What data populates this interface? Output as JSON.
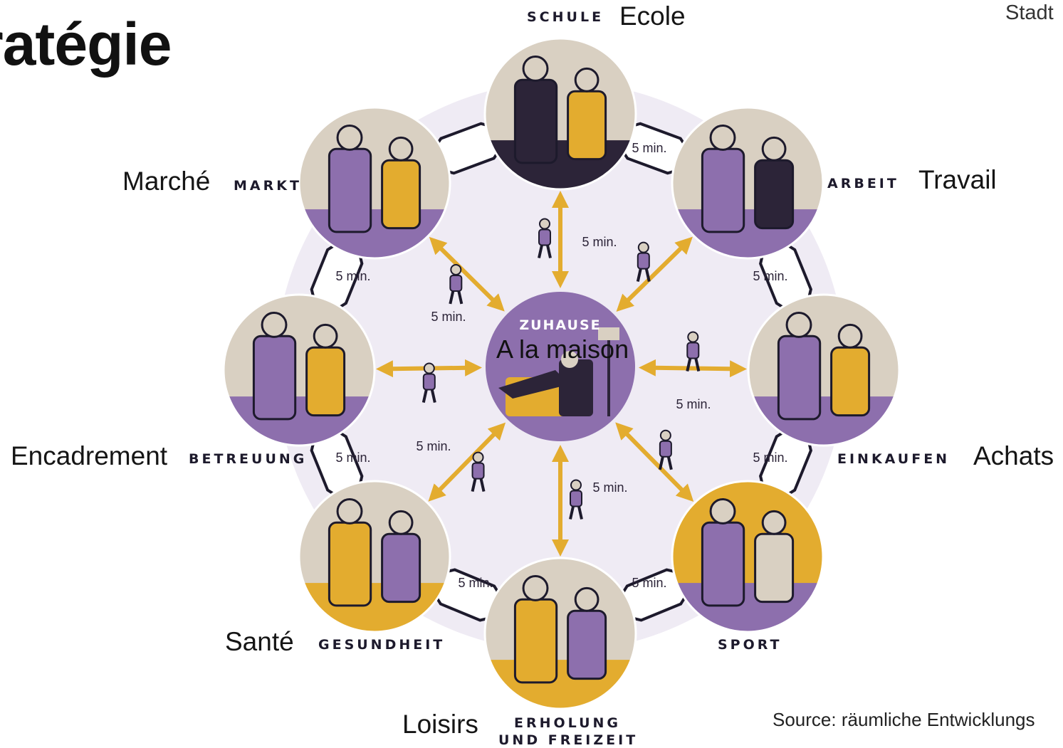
{
  "title": "ratégie",
  "corner_text": "Stadt",
  "source": "Source: räumliche Entwicklungs",
  "colors": {
    "purple": "#8d6fad",
    "purple_dark": "#2c2438",
    "gold": "#e3ac2f",
    "beige": "#d9d0c2",
    "ring": "#efebf4",
    "outline": "#1d1a2c"
  },
  "center": {
    "de": "ZUHAUSE",
    "fr": "A la maison"
  },
  "destinations": [
    {
      "id": "schule",
      "de": "SCHULE",
      "fr": "Ecole",
      "icon": "school-building-illustration"
    },
    {
      "id": "arbeit",
      "de": "ARBEIT",
      "fr": "Travail",
      "icon": "office-worker-illustration"
    },
    {
      "id": "einkaufen",
      "de": "EINKAUFEN",
      "fr": "Achats",
      "icon": "shopper-illustration"
    },
    {
      "id": "sport",
      "de": "SPORT",
      "fr": "",
      "icon": "jogger-illustration"
    },
    {
      "id": "erholung",
      "de": [
        "ERHOLUNG",
        "UND FREIZEIT"
      ],
      "fr": "Loisirs",
      "icon": "museum-visitors-illustration"
    },
    {
      "id": "gesundheit",
      "de": "GESUNDHEIT",
      "fr": "Santé",
      "icon": "doctor-patient-illustration"
    },
    {
      "id": "betreuung",
      "de": "BETREUUNG",
      "fr": "Encadrement",
      "icon": "children-playing-illustration"
    },
    {
      "id": "markt",
      "de": "MARKT",
      "fr": "Marché",
      "icon": "market-stall-illustration"
    }
  ],
  "time_labels": {
    "spoke": "5 min.",
    "ring": "5 min."
  },
  "spoke_travellers": [
    "pedestrian-icon",
    "walker-icon",
    "traveller-suitcase-icon",
    "runner-icon",
    "walker-icon",
    "pedestrian-icon",
    "cyclist-icon",
    "parent-child-icon"
  ]
}
